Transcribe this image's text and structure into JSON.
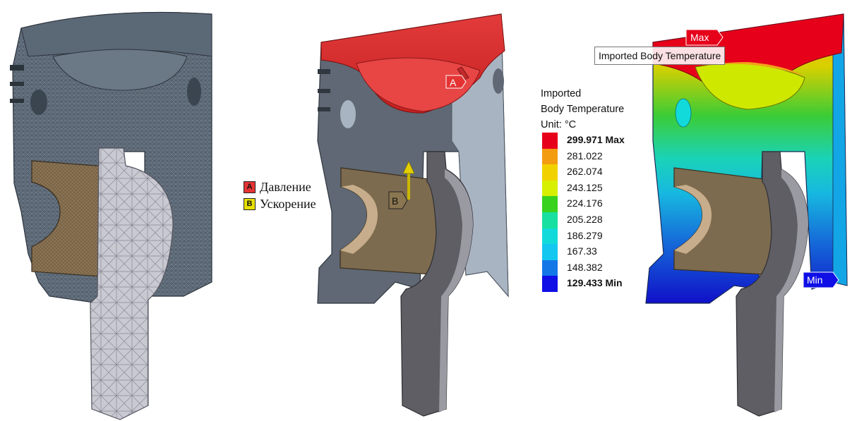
{
  "loads_legend": {
    "items": [
      {
        "letter": "A",
        "label": "Давление",
        "color": "#e53333"
      },
      {
        "letter": "B",
        "label": "Ускорение",
        "color": "#e8e000"
      }
    ]
  },
  "tags": {
    "a": "A",
    "b": "B",
    "max": "Max",
    "min": "Min",
    "probe": "Imported Body Temperature"
  },
  "temperature_legend": {
    "title_line1": "Imported",
    "title_line2": "Body Temperature",
    "unit": "Unit: °C",
    "levels": [
      {
        "value": "299.971 Max",
        "color": "#e6001a",
        "bold": true
      },
      {
        "value": "281.022",
        "color": "#f39c12",
        "bold": false
      },
      {
        "value": "262.074",
        "color": "#f1d200",
        "bold": false
      },
      {
        "value": "243.125",
        "color": "#d7ef00",
        "bold": false
      },
      {
        "value": "224.176",
        "color": "#39d21e",
        "bold": false
      },
      {
        "value": "205.228",
        "color": "#18e0a0",
        "bold": false
      },
      {
        "value": "186.279",
        "color": "#13dada",
        "bold": false
      },
      {
        "value": "167.33",
        "color": "#14c7f0",
        "bold": false
      },
      {
        "value": "148.382",
        "color": "#1477e8",
        "bold": false
      },
      {
        "value": "129.433 Min",
        "color": "#0f0fe6",
        "bold": true
      }
    ]
  },
  "colors": {
    "mesh_body": "#4d5a68",
    "mesh_dark": "#3a4550",
    "pin_brown": "#7b6a4a",
    "pin_light": "#c7ad8b",
    "rod_grey": "#5e5e64",
    "rod_mesh": "#c8c8d0",
    "body_grey": "#5f6874",
    "body_light": "#a9b4c2"
  }
}
